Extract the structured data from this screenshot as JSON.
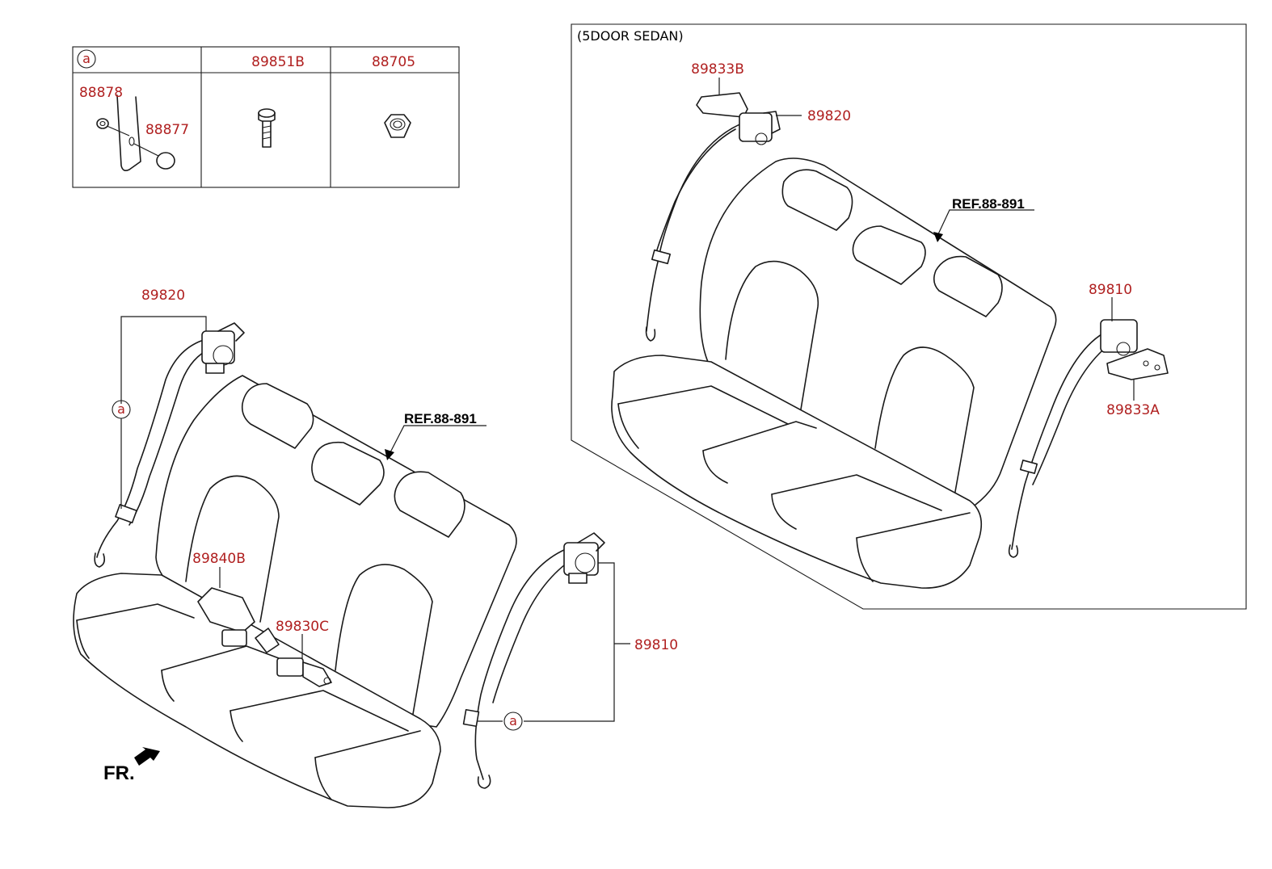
{
  "legend_table": {
    "key_symbol": "a",
    "col_headers": [
      "89851B",
      "88705"
    ],
    "cell_parts": [
      "88878",
      "88877"
    ]
  },
  "variant_label": "(5DOOR SEDAN)",
  "ref_label": "REF.88-891",
  "front_label": "FR.",
  "connector_symbol": "a",
  "main_parts": {
    "retractor_left": "89820",
    "buckle_left": "89840B",
    "buckle_center": "89830C",
    "retractor_right": "89810"
  },
  "sedan_parts": {
    "bracket_left": "89833B",
    "retractor_left": "89820",
    "retractor_right": "89810",
    "bracket_right": "89833A"
  }
}
